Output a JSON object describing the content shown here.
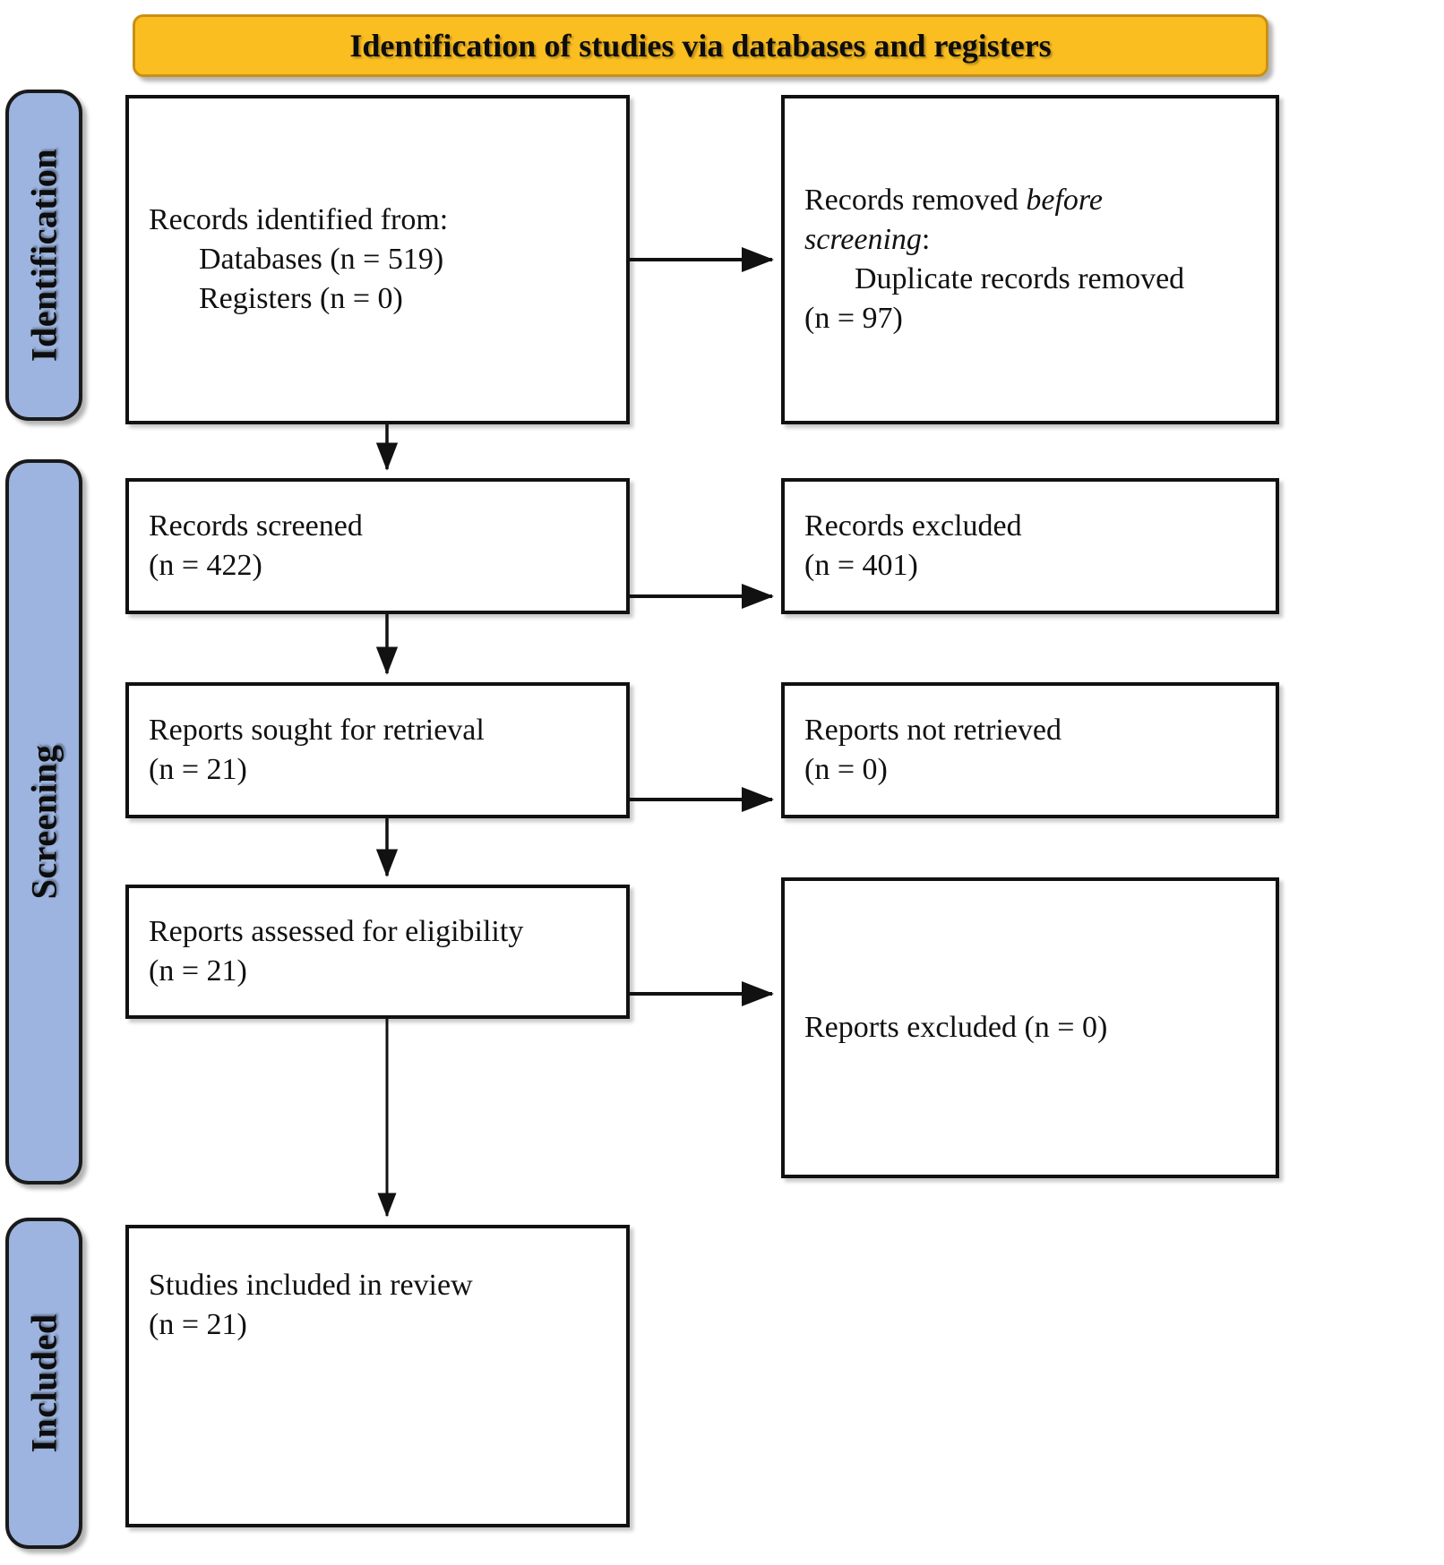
{
  "banner": {
    "title": "Identification of studies via databases and registers",
    "bg_color": "#FBBE21"
  },
  "phases": [
    {
      "id": "identification",
      "label": "Identification",
      "color": "#9CB4DF"
    },
    {
      "id": "screening",
      "label": "Screening",
      "color": "#9CB4DF"
    },
    {
      "id": "included",
      "label": "Included",
      "color": "#9CB4DF"
    }
  ],
  "boxes": {
    "records_identified": {
      "line1": "Records identified from:",
      "line2": "Databases (n = 519)",
      "line3": "Registers (n = 0)"
    },
    "records_removed": {
      "line1_pre": "Records removed ",
      "line1_italic": "before",
      "line2_italic": "screening",
      "line2_post": ":",
      "line3": "Duplicate records removed",
      "line4": "(n = 97)"
    },
    "records_screened": {
      "line1": "Records screened",
      "line2": "(n = 422)"
    },
    "records_excluded": {
      "line1": "Records excluded",
      "line2": "(n = 401)"
    },
    "reports_sought": {
      "line1": "Reports sought for retrieval",
      "line2": "(n = 21)"
    },
    "reports_not_retrieved": {
      "line1": "Reports not retrieved",
      "line2": "(n = 0)"
    },
    "reports_assessed": {
      "line1": "Reports assessed for eligibility",
      "line2": "(n = 21)"
    },
    "reports_excluded": {
      "line1": "Reports excluded (n = 0)"
    },
    "studies_included": {
      "line1": "Studies included in review",
      "line2": "(n = 21)"
    }
  },
  "chart_data": {
    "type": "diagram",
    "title": "Identification of studies via databases and registers",
    "diagram_kind": "PRISMA 2020 flow diagram",
    "phases": [
      "Identification",
      "Screening",
      "Included"
    ],
    "nodes": [
      {
        "id": "records_identified",
        "phase": "Identification",
        "column": "left",
        "label": "Records identified from: Databases (n = 519) Registers (n = 0)",
        "counts": {
          "Databases": 519,
          "Registers": 0
        }
      },
      {
        "id": "records_removed",
        "phase": "Identification",
        "column": "right",
        "label": "Records removed before screening: Duplicate records removed (n = 97)",
        "counts": {
          "Duplicate records removed": 97
        }
      },
      {
        "id": "records_screened",
        "phase": "Screening",
        "column": "left",
        "label": "Records screened (n = 422)",
        "counts": {
          "n": 422
        }
      },
      {
        "id": "records_excluded",
        "phase": "Screening",
        "column": "right",
        "label": "Records excluded (n = 401)",
        "counts": {
          "n": 401
        }
      },
      {
        "id": "reports_sought",
        "phase": "Screening",
        "column": "left",
        "label": "Reports sought for retrieval (n = 21)",
        "counts": {
          "n": 21
        }
      },
      {
        "id": "reports_not_retrieved",
        "phase": "Screening",
        "column": "right",
        "label": "Reports not retrieved (n = 0)",
        "counts": {
          "n": 0
        }
      },
      {
        "id": "reports_assessed",
        "phase": "Screening",
        "column": "left",
        "label": "Reports assessed for eligibility (n = 21)",
        "counts": {
          "n": 21
        }
      },
      {
        "id": "reports_excluded",
        "phase": "Screening",
        "column": "right",
        "label": "Reports excluded (n = 0)",
        "counts": {
          "n": 0
        }
      },
      {
        "id": "studies_included",
        "phase": "Included",
        "column": "left",
        "label": "Studies included in review (n = 21)",
        "counts": {
          "n": 21
        }
      }
    ],
    "edges": [
      {
        "from": "records_identified",
        "to": "records_removed",
        "direction": "right"
      },
      {
        "from": "records_identified",
        "to": "records_screened",
        "direction": "down"
      },
      {
        "from": "records_screened",
        "to": "records_excluded",
        "direction": "right"
      },
      {
        "from": "records_screened",
        "to": "reports_sought",
        "direction": "down"
      },
      {
        "from": "reports_sought",
        "to": "reports_not_retrieved",
        "direction": "right"
      },
      {
        "from": "reports_sought",
        "to": "reports_assessed",
        "direction": "down"
      },
      {
        "from": "reports_assessed",
        "to": "reports_excluded",
        "direction": "right"
      },
      {
        "from": "reports_assessed",
        "to": "studies_included",
        "direction": "down"
      }
    ]
  }
}
